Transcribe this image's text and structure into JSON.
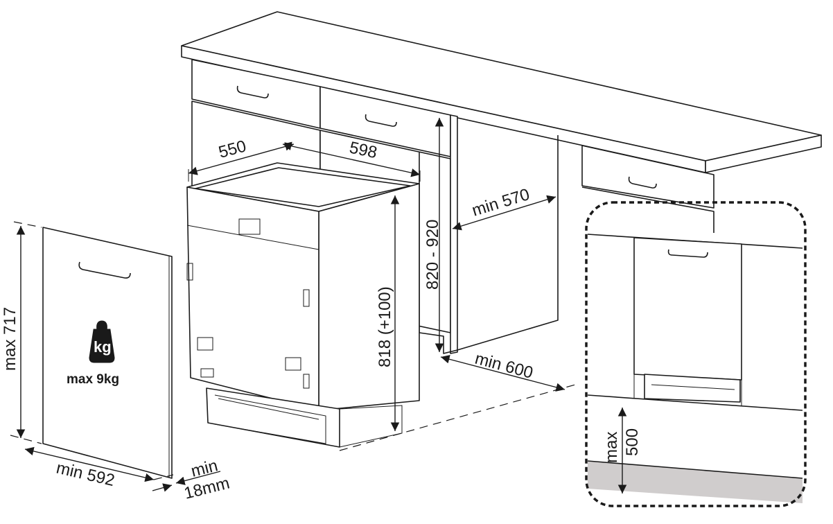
{
  "dimensions": {
    "depth": "550",
    "width": "598",
    "min_gap_depth": "min 570",
    "counter_height": "820 - 920",
    "appliance_height": "818 (+100)",
    "min_opening_width": "min 600",
    "door_max_height": "max 717",
    "door_min_width": "min 592",
    "door_thickness_line1": "min",
    "door_thickness_line2": "18mm",
    "plinth_line1": "max",
    "plinth_line2": "500"
  },
  "weight": {
    "icon_text": "kg",
    "label": "max 9kg"
  },
  "colors": {
    "line": "#1a1a1a",
    "plinth": "#d0cdcd"
  }
}
